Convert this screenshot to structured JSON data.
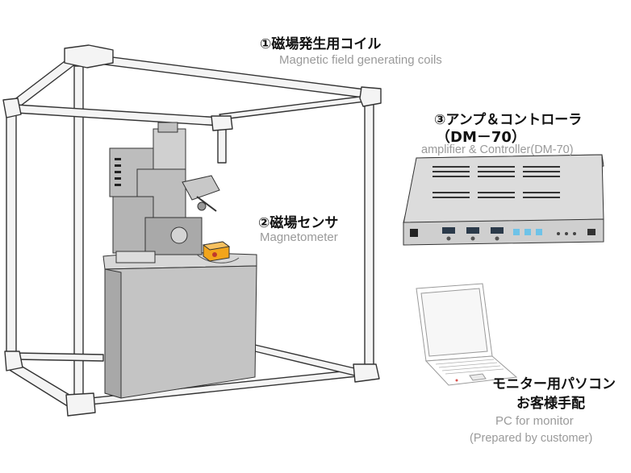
{
  "labels": {
    "coils_jp": "①磁場発生用コイル",
    "coils_en": "Magnetic field generating coils",
    "sensor_jp": "②磁場センサ",
    "sensor_en": "Magnetometer",
    "amp_jp_line1": "③アンプ＆コントローラ",
    "amp_jp_line2": "（DM－70）",
    "amp_en": "amplifier & Controller(DM-70)",
    "pc_jp_line1": "モニター用パソコン",
    "pc_jp_line2": "お客様手配",
    "pc_en_line1": "PC for monitor",
    "pc_en_line2": "(Prepared by customer)"
  },
  "colors": {
    "frame_stroke": "#333333",
    "frame_fill": "#f4f4f4",
    "microscope_gray": "#bdbdbd",
    "cabinet_gray": "#c4c4c4",
    "sensor_orange": "#f2a51c",
    "panel_silver": "#d9d9d9",
    "laptop_gray": "#b0b0b0",
    "jp_text": "#111111",
    "en_text": "#9a9a9a"
  }
}
